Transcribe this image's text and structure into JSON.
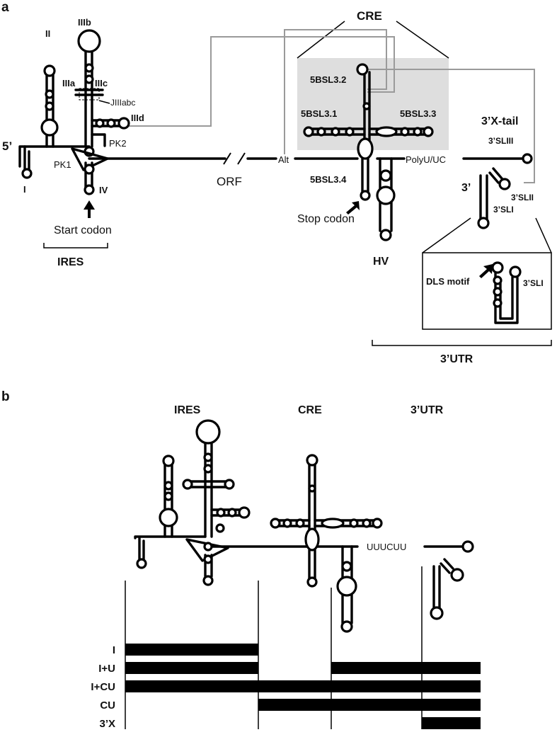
{
  "panel_a": {
    "label": "a",
    "cre": "CRE",
    "ires_domains": {
      "II": "II",
      "IIIb": "IIIb",
      "IIIa": "IIIa",
      "IIIc": "IIIc",
      "IIId": "IIId",
      "JIIIabc": "JIIIabc",
      "PK1": "PK1",
      "PK2": "PK2",
      "IV": "IV",
      "I": "I"
    },
    "five_prime": "5’",
    "start_codon": "Start codon",
    "ires": "IRES",
    "orf": "ORF",
    "alt": "Alt",
    "polyu": "PolyU/UC",
    "stems": {
      "s32": "5BSL3.2",
      "s31": "5BSL3.1",
      "s33": "5BSL3.3",
      "s34": "5BSL3.4"
    },
    "stop_codon": "Stop codon",
    "hv": "HV",
    "xtail": "3’X-tail",
    "sliii": "3’SLIII",
    "slii": "3’SLII",
    "sli": "3’SLI",
    "three_prime": "3’",
    "dls": "DLS motif",
    "inset_sli": "3’SLI",
    "utr": "3’UTR"
  },
  "panel_b": {
    "label": "b",
    "ires": "IRES",
    "cre": "CRE",
    "utr": "3’UTR",
    "uuucuu": "UUUCUU",
    "constructs": [
      {
        "name": "I",
        "segments": [
          "IRES"
        ]
      },
      {
        "name": "I+U",
        "segments": [
          "IRES",
          "PolyU/UC",
          "3’X"
        ]
      },
      {
        "name": "I+CU",
        "segments": [
          "IRES",
          "CRE",
          "PolyU/UC",
          "3’X"
        ]
      },
      {
        "name": "CU",
        "segments": [
          "CRE",
          "PolyU/UC",
          "3’X"
        ]
      },
      {
        "name": "3’X",
        "segments": [
          "3’X"
        ]
      }
    ]
  }
}
